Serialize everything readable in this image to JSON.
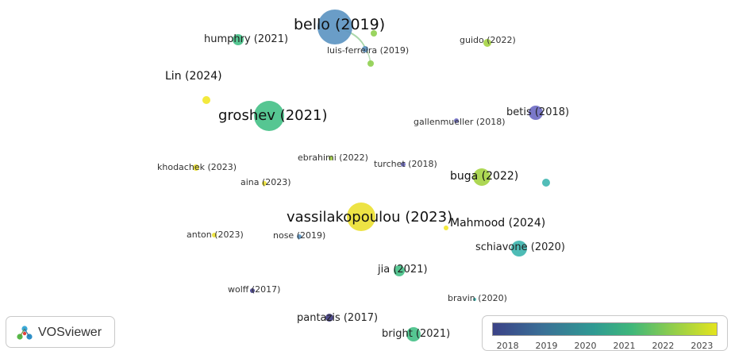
{
  "nodes": [
    {
      "label": "bello (2019)",
      "year": 2019,
      "weight": 5
    },
    {
      "label": "humphry (2021)",
      "year": 2021,
      "weight": 1
    },
    {
      "label": "luis-ferreira (2019)",
      "year": 2019,
      "weight": 1
    },
    {
      "label": "guido (2022)",
      "year": 2022,
      "weight": 1
    },
    {
      "label": "Lin (2024)",
      "year": 2024,
      "weight": 1
    },
    {
      "label": "groshev (2021)",
      "year": 2021,
      "weight": 5
    },
    {
      "label": "gallenmueller (2018)",
      "year": 2018,
      "weight": 1
    },
    {
      "label": "betis (2018)",
      "year": 2018,
      "weight": 2
    },
    {
      "label": "ebrahimi (2022)",
      "year": 2022,
      "weight": 1
    },
    {
      "label": "turchet (2018)",
      "year": 2018,
      "weight": 1
    },
    {
      "label": "khodachek (2023)",
      "year": 2023,
      "weight": 1
    },
    {
      "label": "aina (2023)",
      "year": 2023,
      "weight": 1
    },
    {
      "label": "buga (2022)",
      "year": 2022,
      "weight": 3
    },
    {
      "label": "vassilakopoulou (2023)",
      "year": 2023,
      "weight": 5
    },
    {
      "label": "Mahmood (2024)",
      "year": 2024,
      "weight": 1
    },
    {
      "label": "anton (2023)",
      "year": 2023,
      "weight": 1
    },
    {
      "label": "nose (2019)",
      "year": 2019,
      "weight": 1
    },
    {
      "label": "schiavone (2020)",
      "year": 2020,
      "weight": 2
    },
    {
      "label": "jia (2021)",
      "year": 2021,
      "weight": 2
    },
    {
      "label": "wolff (2017)",
      "year": 2017,
      "weight": 1
    },
    {
      "label": "bravin (2020)",
      "year": 2020,
      "weight": 1
    },
    {
      "label": "pantazis (2017)",
      "year": 2017,
      "weight": 1
    },
    {
      "label": "bright (2021)",
      "year": 2021,
      "weight": 2
    }
  ],
  "links": [
    [
      "bello (2019)",
      "luis-ferreira (2019)"
    ]
  ],
  "branding": {
    "name": "VOSviewer",
    "icon": "vosviewer-logo-icon"
  },
  "legend": {
    "ticks": [
      "2018",
      "2019",
      "2020",
      "2021",
      "2022",
      "2023"
    ],
    "range": [
      2017.6,
      2023.4
    ]
  },
  "colors": {
    "2017": "#433f85",
    "2018": "#6f6cc4",
    "2019": "#5d95c2",
    "2020": "#3fb6b0",
    "2021": "#48c189",
    "2022": "#a6d445",
    "2023": "#ece134",
    "2024": "#f2e72d"
  }
}
